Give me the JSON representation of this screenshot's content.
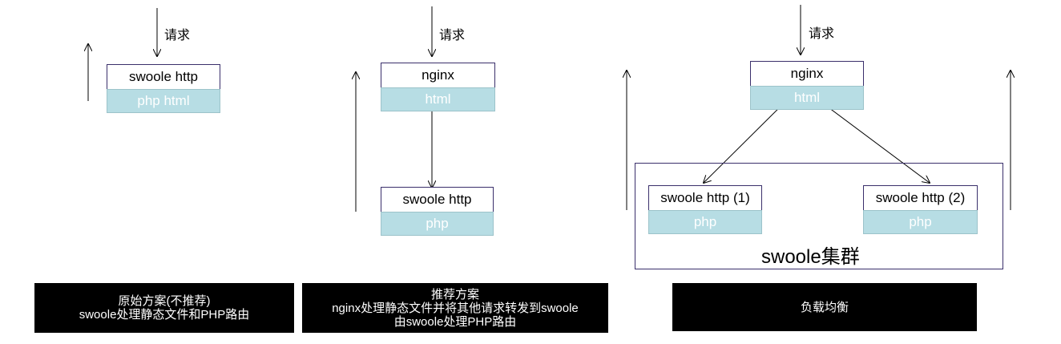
{
  "request_label": "请求",
  "scheme1": {
    "server": "swoole http",
    "content": "php html",
    "caption_line1": "原始方案(不推荐)",
    "caption_line2": "swoole处理静态文件和PHP路由"
  },
  "scheme2": {
    "proxy": "nginx",
    "proxy_content": "html",
    "server": "swoole http",
    "server_content": "php",
    "caption_line1": "推荐方案",
    "caption_line2": "nginx处理静态文件并将其他请求转发到swoole",
    "caption_line3": "由swoole处理PHP路由"
  },
  "scheme3": {
    "proxy": "nginx",
    "proxy_content": "html",
    "server1": "swoole http (1)",
    "server1_content": "php",
    "server2": "swoole http (2)",
    "server2_content": "php",
    "cluster_label": "swoole集群",
    "caption": "负载均衡"
  }
}
